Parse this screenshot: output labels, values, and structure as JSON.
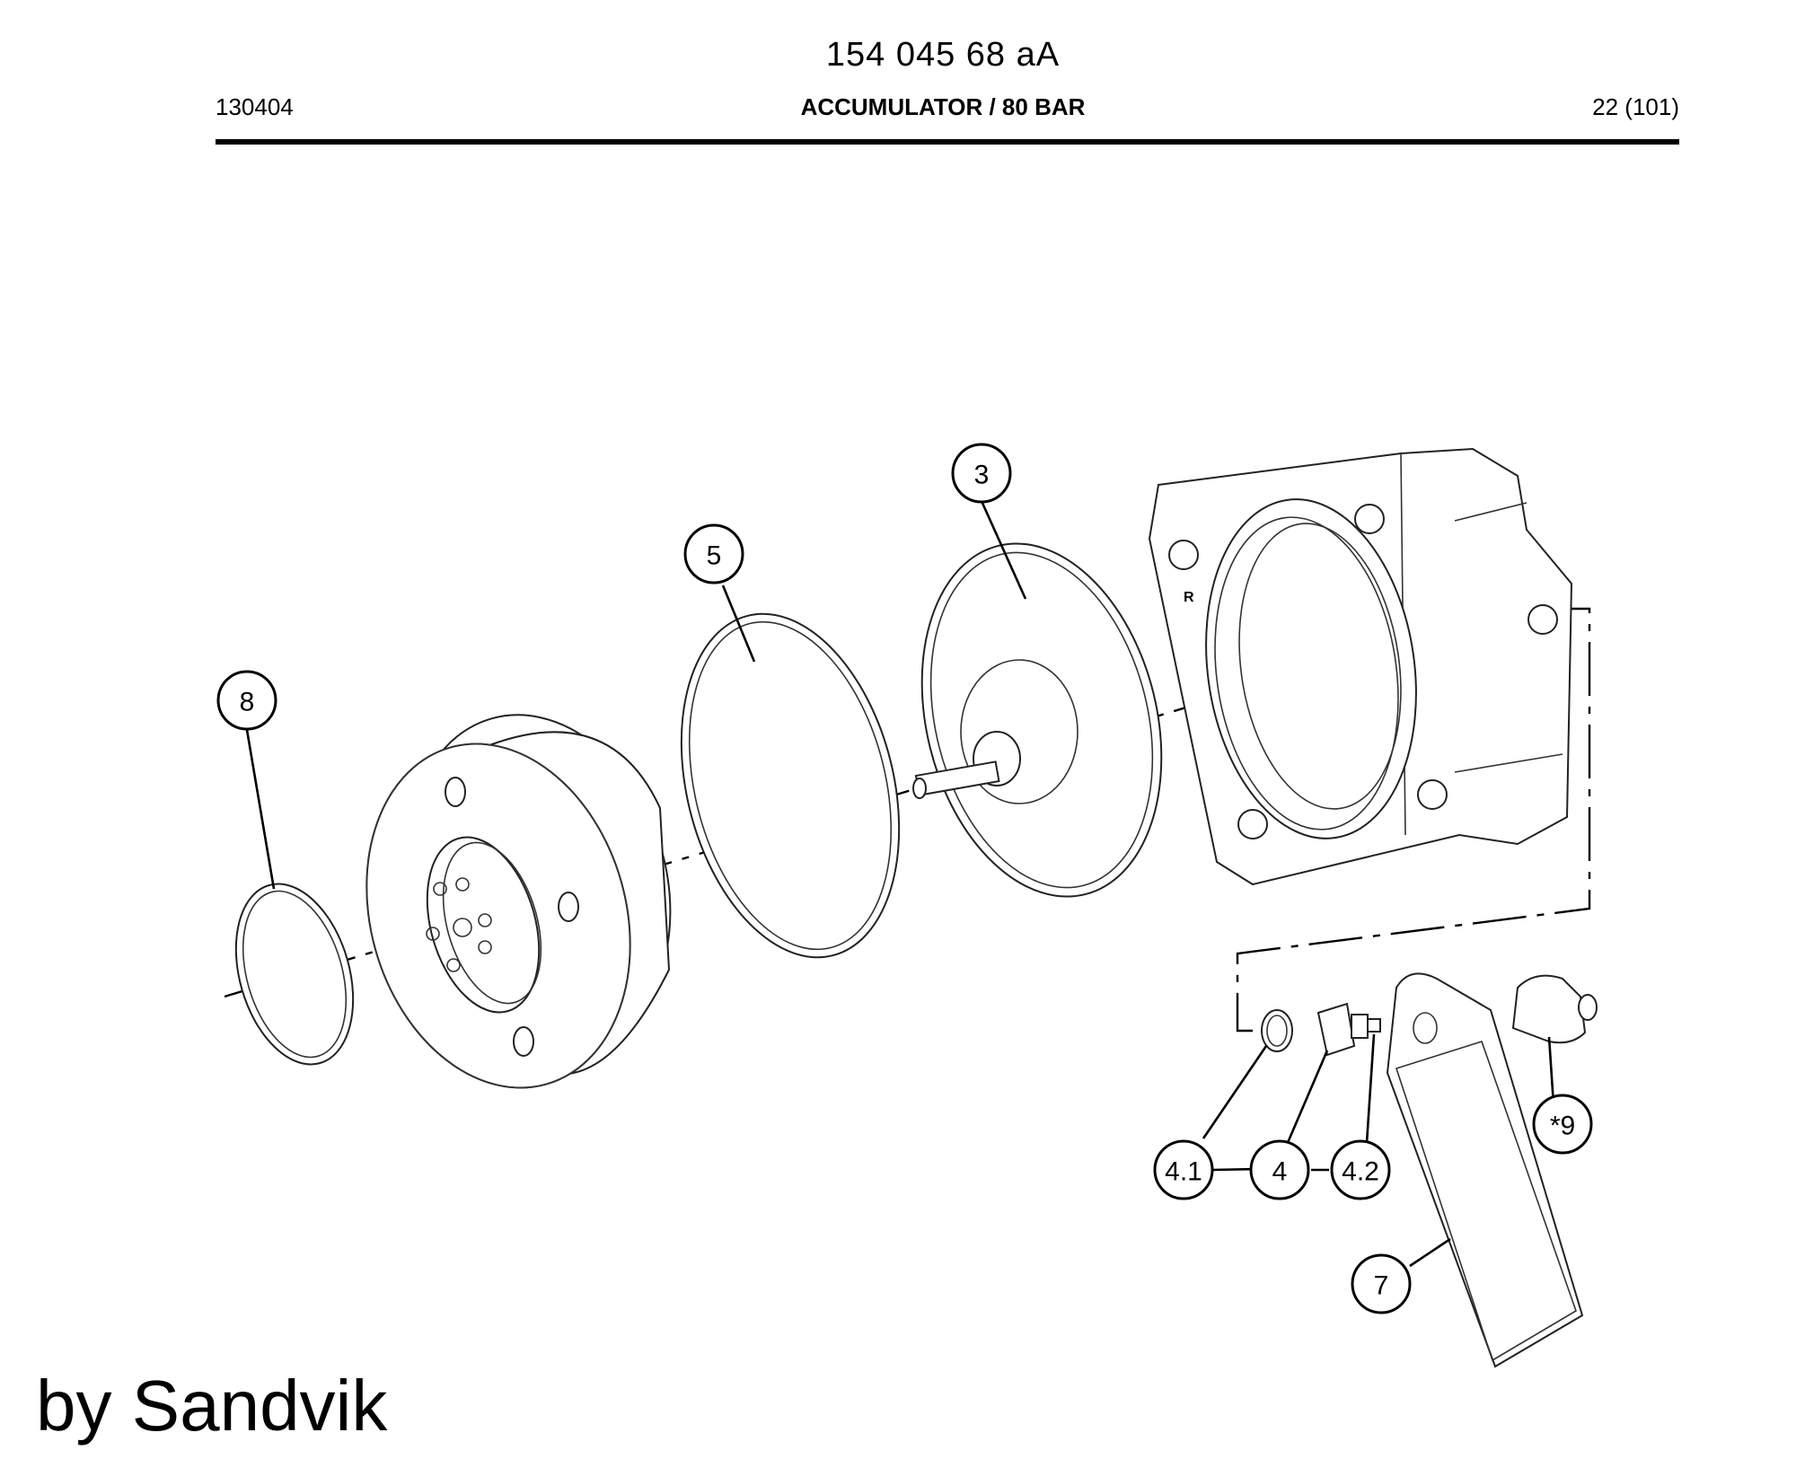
{
  "header": {
    "doc_number": "154 045 68 aA",
    "date_code": "130404",
    "title": "ACCUMULATOR / 80 BAR",
    "page": "22 (101)"
  },
  "diagram": {
    "callouts": {
      "c3": "3",
      "c5": "5",
      "c8": "8",
      "c4": "4",
      "c41": "4.1",
      "c42": "4.2",
      "c7": "7",
      "c9": "*9"
    },
    "housing_mark": "R"
  },
  "footer": {
    "watermark": "by Sandvik"
  }
}
